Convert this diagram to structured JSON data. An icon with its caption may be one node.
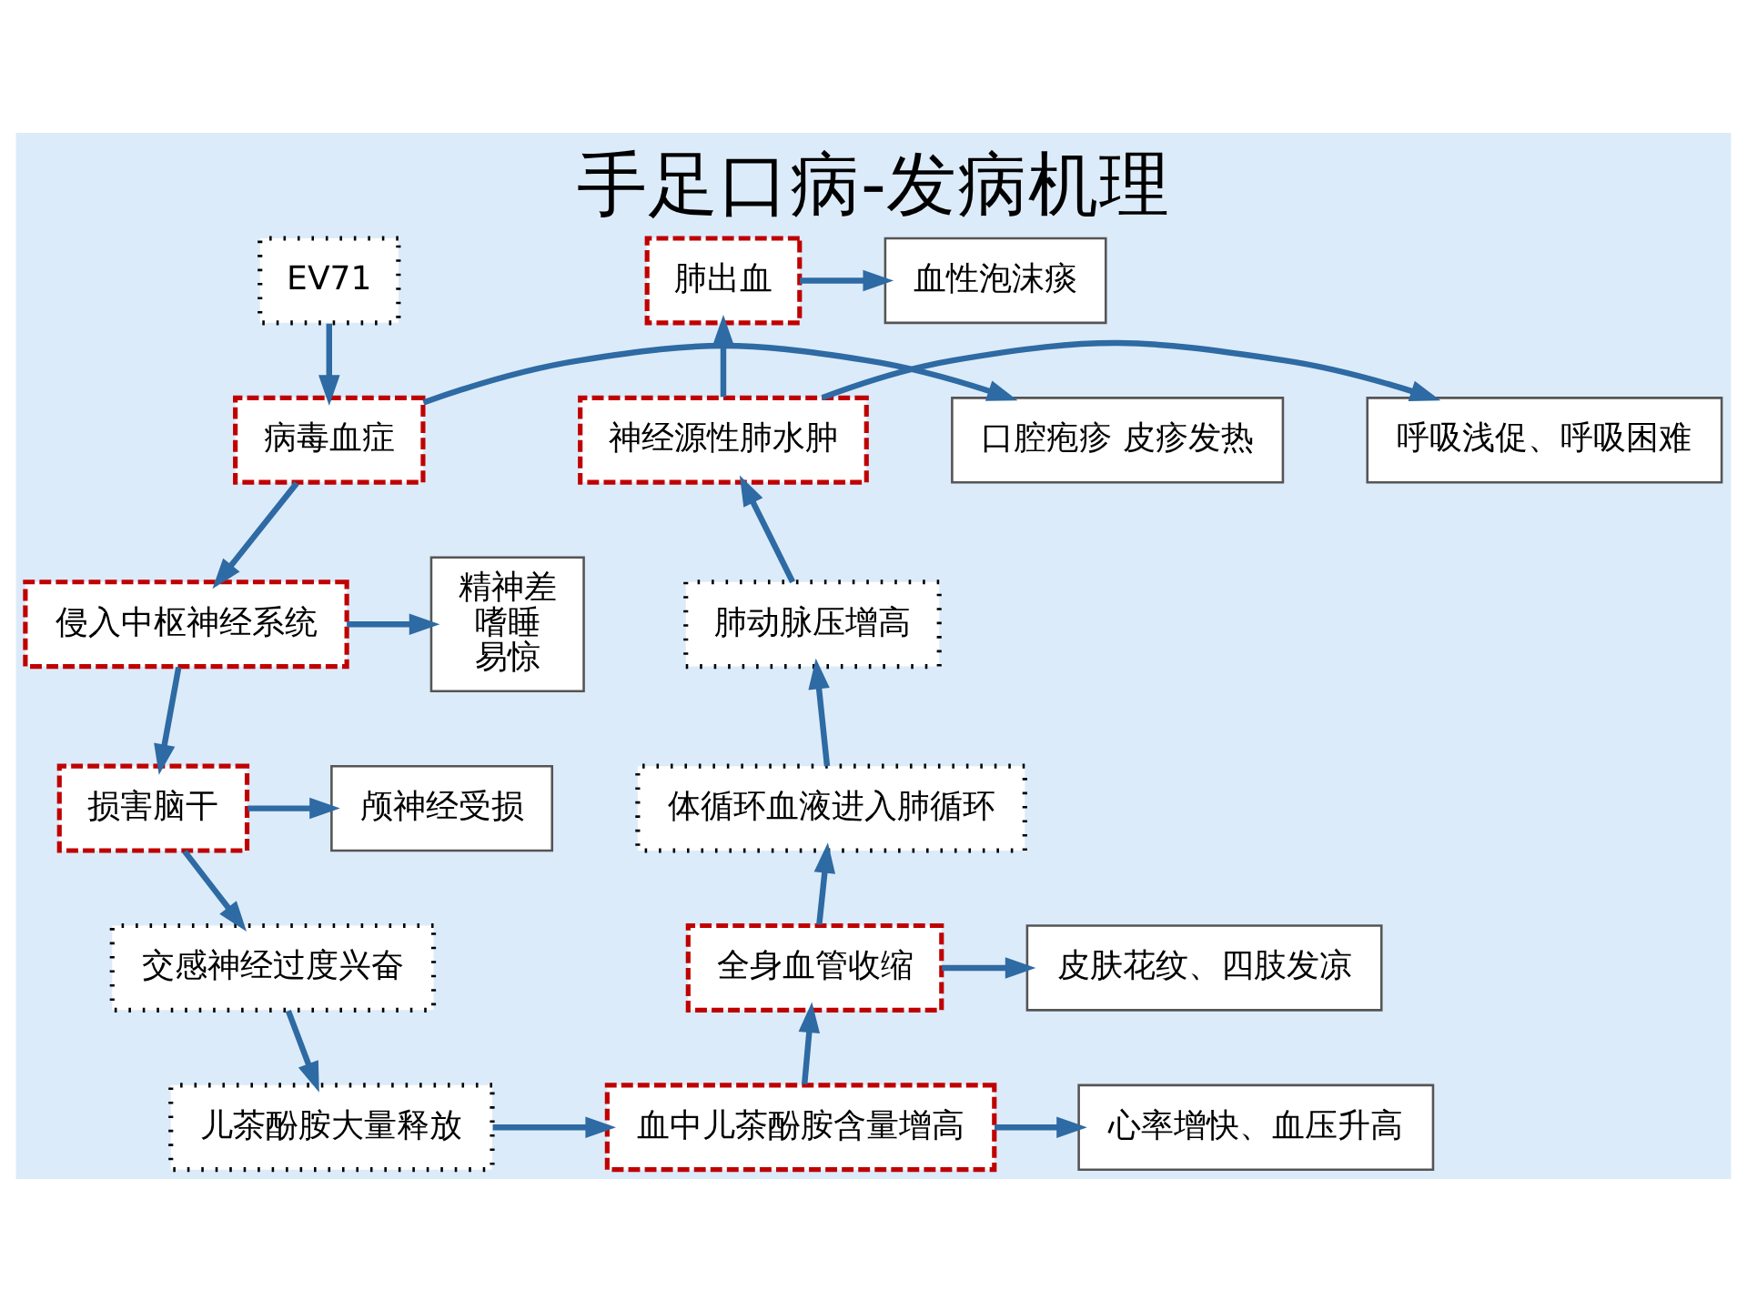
{
  "diagram": {
    "title": "手足口病-发病机理",
    "nodes": [
      {
        "text": [
          "EV71"
        ]
      },
      {
        "text": [
          "病毒血症"
        ]
      },
      {
        "text": [
          "口腔疱疹 皮疹发热"
        ]
      },
      {
        "text": [
          "侵入中枢神经系统"
        ]
      },
      {
        "text": [
          "精神差",
          "嗜睡",
          "易惊"
        ]
      },
      {
        "text": [
          "损害脑干"
        ]
      },
      {
        "text": [
          "颅神经受损"
        ]
      },
      {
        "text": [
          "交感神经过度兴奋"
        ]
      },
      {
        "text": [
          "儿茶酚胺大量释放"
        ]
      },
      {
        "text": [
          "血中儿茶酚胺含量增高"
        ]
      },
      {
        "text": [
          "心率增快、血压升高"
        ]
      },
      {
        "text": [
          "全身血管收缩"
        ]
      },
      {
        "text": [
          "皮肤花纹、四肢发凉"
        ]
      },
      {
        "text": [
          "体循环血液进入肺循环"
        ]
      },
      {
        "text": [
          "肺动脉压增高"
        ]
      },
      {
        "text": [
          "神经源性肺水肿"
        ]
      },
      {
        "text": [
          "呼吸浅促、呼吸困难"
        ]
      },
      {
        "text": [
          "肺出血"
        ]
      },
      {
        "text": [
          "血性泡沫痰"
        ]
      }
    ],
    "edges": [
      {
        "from": 0,
        "to": 1,
        "arrow": "to"
      },
      {
        "from": 1,
        "to": 2,
        "arrow": "to"
      },
      {
        "from": 1,
        "to": 3,
        "arrow": "to"
      },
      {
        "from": 3,
        "to": 4,
        "arrow": "to"
      },
      {
        "from": 3,
        "to": 5,
        "arrow": "to"
      },
      {
        "from": 5,
        "to": 6,
        "arrow": "to"
      },
      {
        "from": 5,
        "to": 7,
        "arrow": "to"
      },
      {
        "from": 7,
        "to": 8,
        "arrow": "to"
      },
      {
        "from": 8,
        "to": 9,
        "arrow": "to"
      },
      {
        "from": 9,
        "to": 10,
        "arrow": "to"
      },
      {
        "from": 9,
        "to": 11,
        "arrow": "to"
      },
      {
        "from": 11,
        "to": 12,
        "arrow": "to"
      },
      {
        "from": 11,
        "to": 13,
        "arrow": "to"
      },
      {
        "from": 13,
        "to": 14,
        "arrow": "to"
      },
      {
        "from": 14,
        "to": 15,
        "arrow": "to"
      },
      {
        "from": 15,
        "to": 16,
        "arrow": "to"
      },
      {
        "from": 15,
        "to": 17,
        "arrow": "to"
      },
      {
        "from": 17,
        "to": 18,
        "arrow": "to"
      }
    ]
  }
}
